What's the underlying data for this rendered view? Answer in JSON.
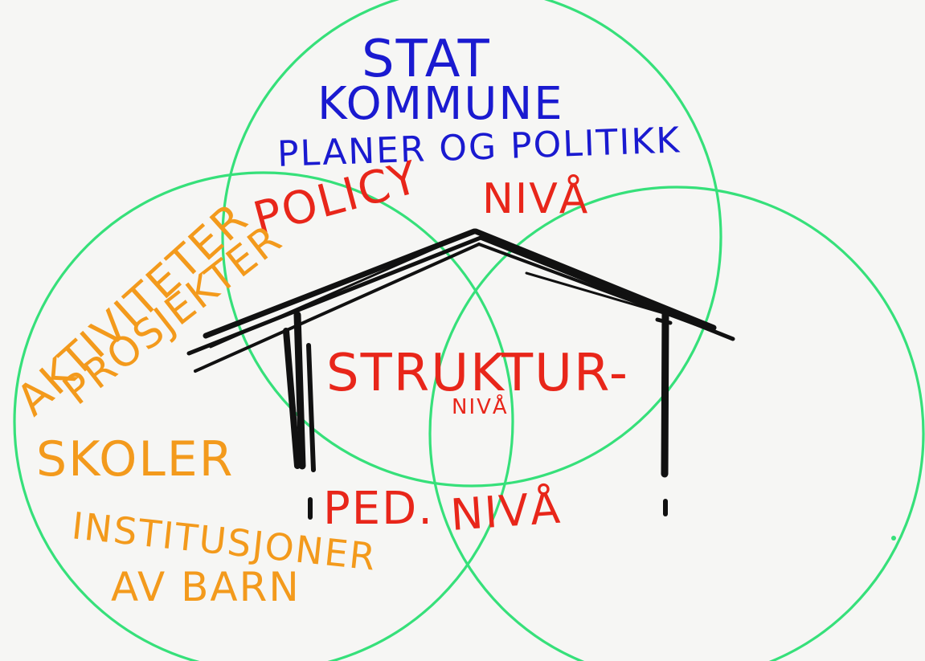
{
  "colors": {
    "background": "#f6f6f4",
    "circle": "#36e07a",
    "house": "#111111",
    "blue_text": "#1a1ad0",
    "red_text": "#e8261a",
    "orange_text": "#f39a1c"
  },
  "top_circle": {
    "lines": [
      "STAT",
      "KOMMUNE",
      "PLANER OG POLITIKK"
    ],
    "level_label": [
      "POLICY",
      "NIVÅ"
    ]
  },
  "left_circle": {
    "lines": [
      "AKTIVITETER",
      "PROSJEKTER",
      "SKOLER",
      "INSTITUSJONER",
      "AV BARN"
    ]
  },
  "center": {
    "structure_label": "STRUKTUR-",
    "structure_sub": "NIVÅ"
  },
  "bottom": {
    "ped_label": "PED.",
    "ped_niva": "NIVÅ"
  }
}
